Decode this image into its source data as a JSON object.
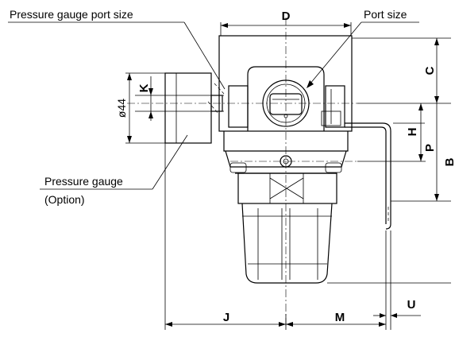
{
  "labels": {
    "pressure_gauge_port_size": "Pressure gauge port size",
    "port_size": "Port size",
    "pressure_gauge": "Pressure gauge",
    "option": "(Option)",
    "diameter": "ø44"
  },
  "dimensions": {
    "D": "D",
    "C": "C",
    "K": "K",
    "H": "H",
    "P": "P",
    "B": "B",
    "J": "J",
    "M": "M",
    "U": "U"
  }
}
